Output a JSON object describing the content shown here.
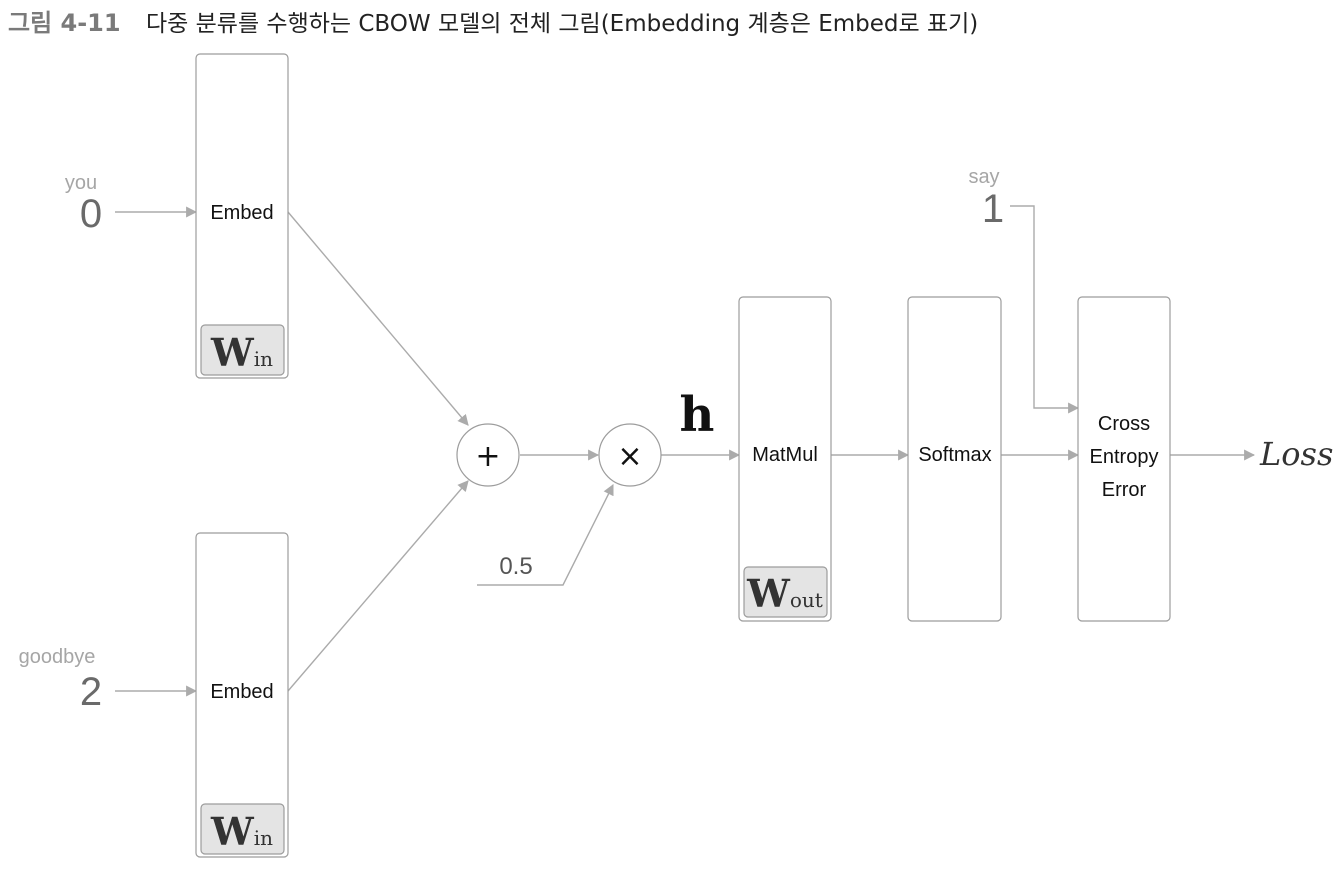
{
  "caption": {
    "label": "그림 4-11",
    "text": "다중 분류를 수행하는 CBOW 모델의 전체 그림(Embedding 계층은 Embed로 표기)"
  },
  "inputs": {
    "top": {
      "word": "you",
      "index": "0"
    },
    "bottom": {
      "word": "goodbye",
      "index": "2"
    }
  },
  "embed_layers": {
    "top": {
      "label": "Embed",
      "weight": "W",
      "weight_sub": "in"
    },
    "bottom": {
      "label": "Embed",
      "weight": "W",
      "weight_sub": "in"
    }
  },
  "ops": {
    "add": "+",
    "multiply": "×",
    "constant": "0.5"
  },
  "hidden": {
    "label": "h"
  },
  "matmul": {
    "label": "MatMul",
    "weight": "W",
    "weight_sub": "out"
  },
  "softmax": {
    "label": "Softmax"
  },
  "loss_layer": {
    "line1": "Cross",
    "line2": "Entropy",
    "line3": "Error"
  },
  "target": {
    "word": "say",
    "index": "1"
  },
  "output": {
    "label": "Loss"
  },
  "colors": {
    "line": "#ababab",
    "box_border": "#9c9c9c",
    "weight_fill": "#e4e4e4"
  }
}
